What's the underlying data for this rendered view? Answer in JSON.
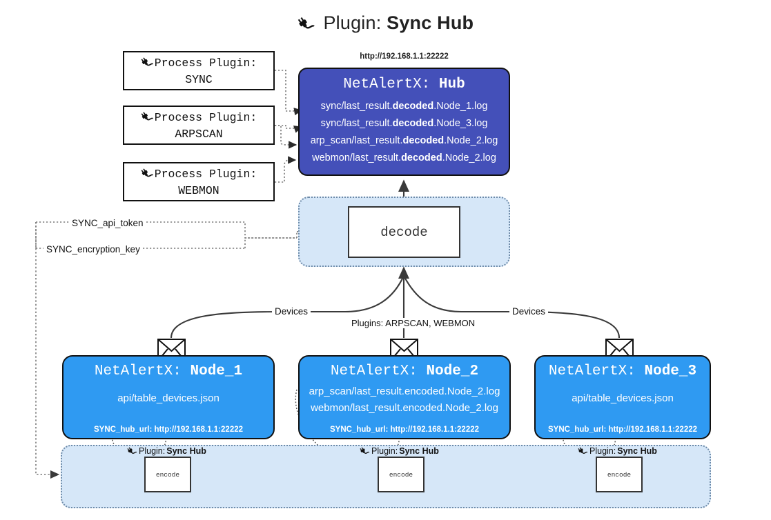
{
  "title": {
    "icon": "plug-icon",
    "prefix": "Plugin:",
    "name": "Sync Hub"
  },
  "process_plugins": [
    {
      "icon": "plug-icon",
      "line1": "Process Plugin:",
      "line2": "SYNC"
    },
    {
      "icon": "plug-icon",
      "line1": "Process Plugin:",
      "line2": "ARPSCAN"
    },
    {
      "icon": "plug-icon",
      "line1": "Process Plugin:",
      "line2": "WEBMON"
    }
  ],
  "hub": {
    "url": "http://192.168.1.1:22222",
    "title_prefix": "NetAlertX:",
    "title_name": "Hub",
    "rows": [
      {
        "pre": "sync/last_result.",
        "bold": "decoded",
        "post": ".Node_1.log"
      },
      {
        "pre": "sync/last_result.",
        "bold": "decoded",
        "post": ".Node_3.log"
      },
      {
        "pre": "arp_scan/last_result.",
        "bold": "decoded",
        "post": ".Node_2.log"
      },
      {
        "pre": "webmon/last_result.",
        "bold": "decoded",
        "post": ".Node_2.log"
      }
    ]
  },
  "decode": {
    "label": "decode"
  },
  "secrets": [
    {
      "label": "SYNC_api_token"
    },
    {
      "label": "SYNC_encryption_key"
    }
  ],
  "flow_labels": {
    "devices_left": "Devices",
    "devices_right": "Devices",
    "plugins_middle": "Plugins: ARPSCAN, WEBMON"
  },
  "nodes": [
    {
      "title_prefix": "NetAlertX:",
      "title_name": "Node_1",
      "lines": [
        "api/table_devices.json"
      ],
      "footer": "SYNC_hub_url: http://192.168.1.1:22222"
    },
    {
      "title_prefix": "NetAlertX:",
      "title_name": "Node_2",
      "lines": [
        "arp_scan/last_result.encoded.Node_2.log",
        "webmon/last_result.encoded.Node_2.log"
      ],
      "footer": "SYNC_hub_url: http://192.168.1.1:22222"
    },
    {
      "title_prefix": "NetAlertX:",
      "title_name": "Node_3",
      "lines": [
        "api/table_devices.json"
      ],
      "footer": "SYNC_hub_url: http://192.168.1.1:22222"
    }
  ],
  "encoders": [
    {
      "plugin_prefix": "Plugin:",
      "plugin_name": "Sync Hub",
      "label": "encode"
    },
    {
      "plugin_prefix": "Plugin:",
      "plugin_name": "Sync Hub",
      "label": "encode"
    },
    {
      "plugin_prefix": "Plugin:",
      "plugin_name": "Sync Hub",
      "label": "encode"
    }
  ],
  "colors": {
    "hub_fill": "#4450b9",
    "node_fill": "#2f9af2",
    "container_fill": "#d6e7f8",
    "container_border": "#6d8aa8",
    "stroke": "#111111",
    "background": "#ffffff"
  }
}
